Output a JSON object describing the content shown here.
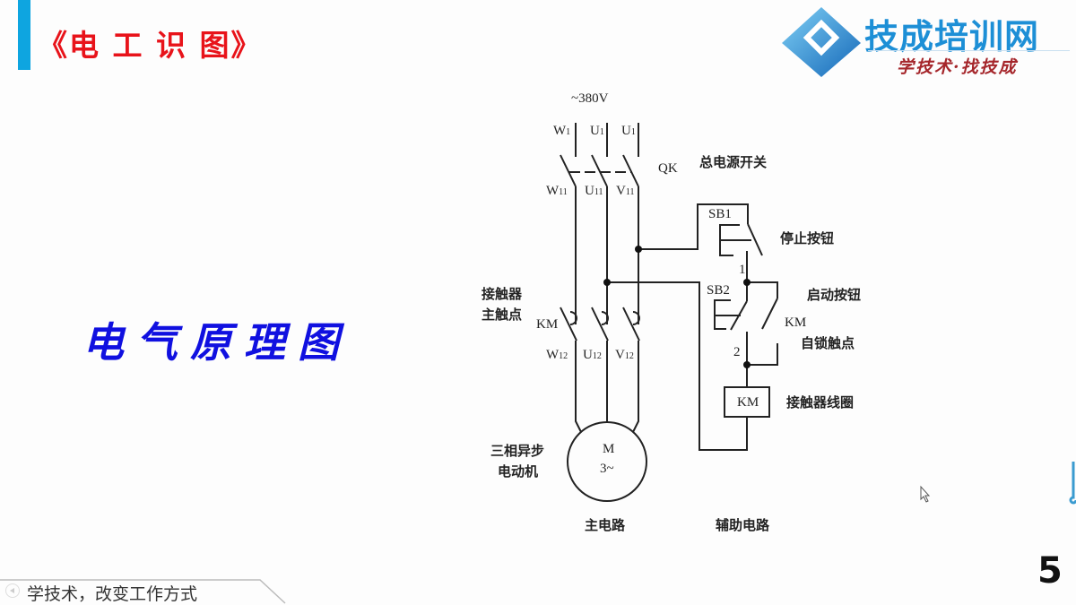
{
  "slide": {
    "title": "《电 工 识 图》",
    "subject": "电气原理图",
    "page_number": "5",
    "footer_text": "学技术，改变工作方式"
  },
  "logo": {
    "name": "技成培训网",
    "slogan": "学技术·找技成"
  },
  "diagram": {
    "supply": "~380V",
    "phases_in": [
      "W",
      "U",
      "U"
    ],
    "phase_sub_in": "1",
    "phases_mid": [
      "W",
      "U",
      "V"
    ],
    "phase_sub_mid": "11",
    "phases_out": [
      "W",
      "U",
      "V"
    ],
    "phase_sub_out": "12",
    "switch_code": "QK",
    "switch_label": "总电源开关",
    "sb1": "SB1",
    "sb1_label": "停止按钮",
    "sb2": "SB2",
    "sb2_label": "启动按钮",
    "km_self": "KM",
    "km_self_label": "自锁触点",
    "node1": "1",
    "node2": "2",
    "coil": "KM",
    "coil_label": "接触器线圈",
    "main_contact_code": "KM",
    "main_contact_label_1": "接触器",
    "main_contact_label_2": "主触点",
    "motor_m": "M",
    "motor_phase": "3~",
    "motor_label_1": "三相异步",
    "motor_label_2": "电动机",
    "main_circuit": "主电路",
    "aux_circuit": "辅助电路"
  },
  "colors": {
    "accent": "#0ea5e0",
    "title": "#e8131a",
    "subject": "#1010e0",
    "logo": "#1d8fd6"
  }
}
